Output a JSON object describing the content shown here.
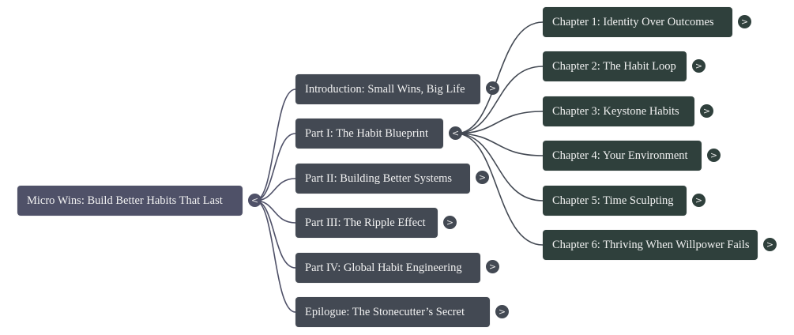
{
  "mindmap": {
    "root": {
      "id": "root",
      "label": "Micro Wins: Build Better Habits That Last",
      "toggle": "<",
      "expanded": true
    },
    "parts": [
      {
        "id": "intro",
        "label": "Introduction: Small Wins, Big Life",
        "toggle": ">",
        "expanded": false
      },
      {
        "id": "part1",
        "label": "Part I: The Habit Blueprint",
        "toggle": "<",
        "expanded": true
      },
      {
        "id": "part2",
        "label": "Part II: Building Better Systems",
        "toggle": ">",
        "expanded": false
      },
      {
        "id": "part3",
        "label": "Part III: The Ripple Effect",
        "toggle": ">",
        "expanded": false
      },
      {
        "id": "part4",
        "label": "Part IV: Global Habit Engineering",
        "toggle": ">",
        "expanded": false
      },
      {
        "id": "epilogue",
        "label": "Epilogue: The Stonecutter’s Secret",
        "toggle": ">",
        "expanded": false
      }
    ],
    "chapters": [
      {
        "id": "ch1",
        "label": "Chapter 1: Identity Over Outcomes",
        "toggle": ">",
        "expanded": false
      },
      {
        "id": "ch2",
        "label": "Chapter 2: The Habit Loop",
        "toggle": ">",
        "expanded": false
      },
      {
        "id": "ch3",
        "label": "Chapter 3: Keystone Habits",
        "toggle": ">",
        "expanded": false
      },
      {
        "id": "ch4",
        "label": "Chapter 4: Your Environment",
        "toggle": ">",
        "expanded": false
      },
      {
        "id": "ch5",
        "label": "Chapter 5: Time Sculpting",
        "toggle": ">",
        "expanded": false
      },
      {
        "id": "ch6",
        "label": "Chapter 6: Thriving When Willpower Fails",
        "toggle": ">",
        "expanded": false
      }
    ],
    "colors": {
      "root": "#4f5168",
      "part": "#434953",
      "chapter": "#2f403c",
      "root_link": "#4f5168",
      "part_link": "#434953"
    }
  }
}
